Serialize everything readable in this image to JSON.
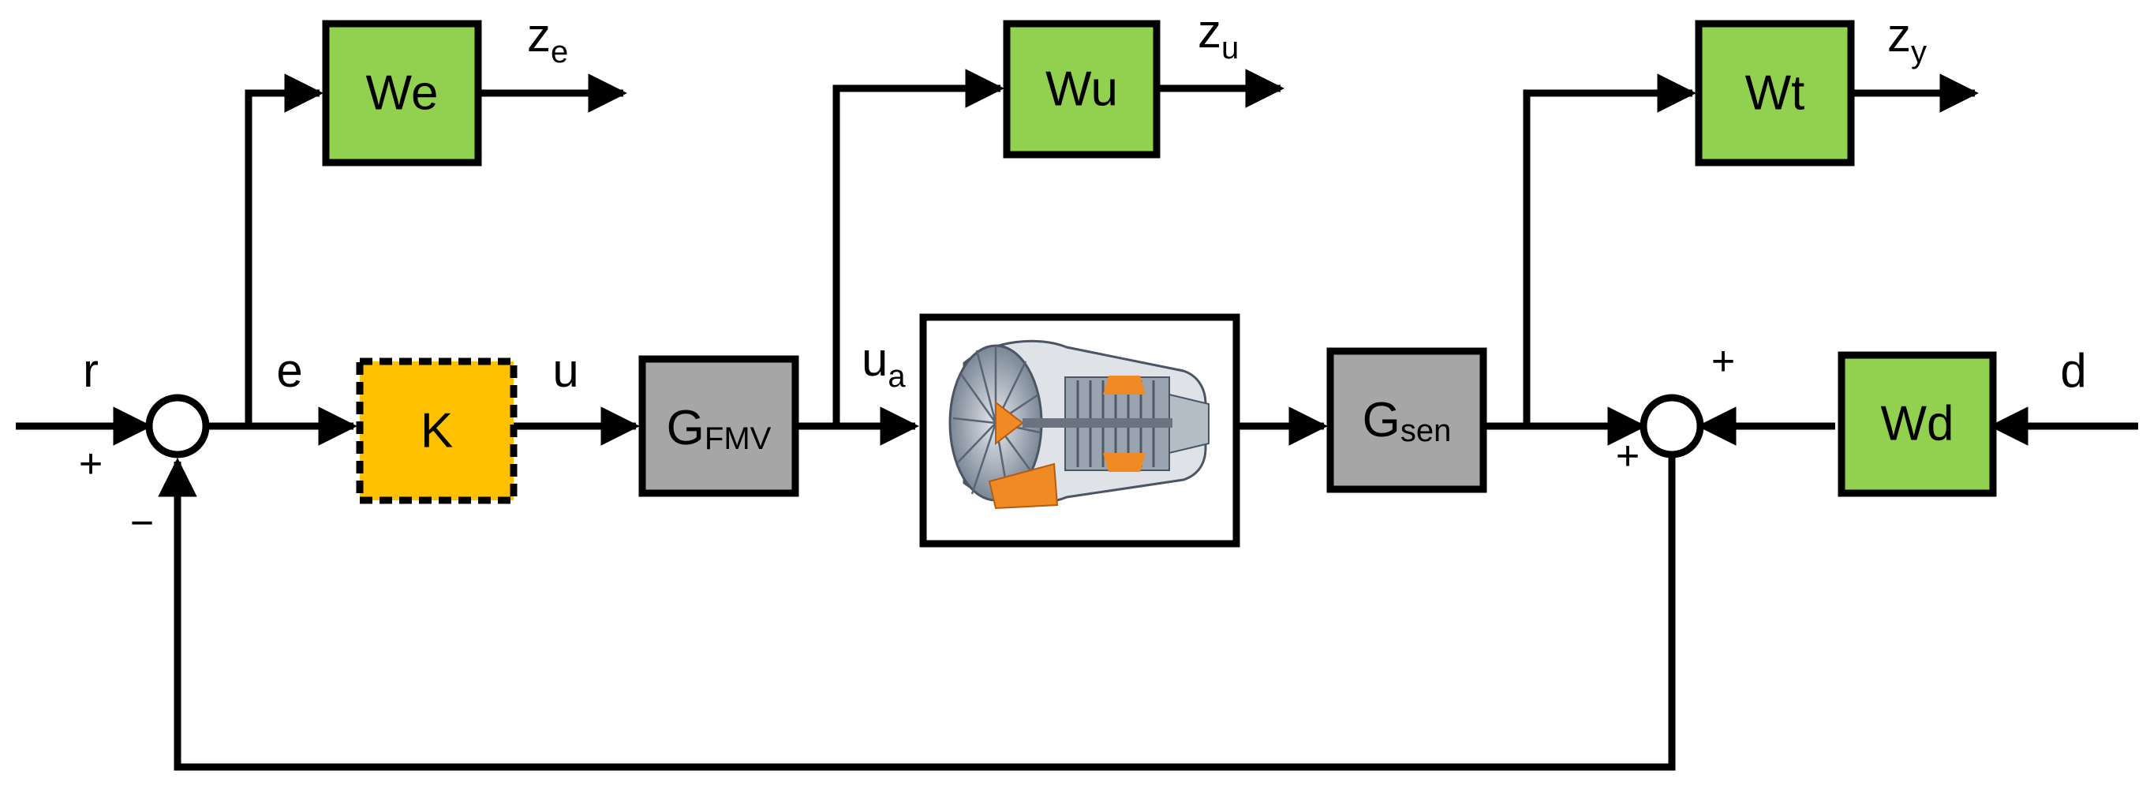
{
  "colors": {
    "weight_block": "#92D050",
    "controller_block": "#FFC000",
    "gray_block": "#A6A6A6",
    "line": "#000000"
  },
  "blocks": {
    "We": "We",
    "Wu": "Wu",
    "Wt": "Wt",
    "Wd": "Wd",
    "K": "K",
    "G_fmv": {
      "main": "G",
      "sub": "FMV"
    },
    "G_sen": {
      "main": "G",
      "sub": "sen"
    },
    "engine_icon": "jet-engine"
  },
  "signals": {
    "r": "r",
    "e": "e",
    "u": "u",
    "u_a": {
      "main": "u",
      "sub": "a"
    },
    "d": "d",
    "z_e": {
      "main": "z",
      "sub": "e"
    },
    "z_u": {
      "main": "z",
      "sub": "u"
    },
    "z_y": {
      "main": "z",
      "sub": "y"
    }
  },
  "signs": {
    "sum1_plus": "+",
    "sum1_minus": "−",
    "sum2_plus_top": "+",
    "sum2_plus_left": "+"
  }
}
